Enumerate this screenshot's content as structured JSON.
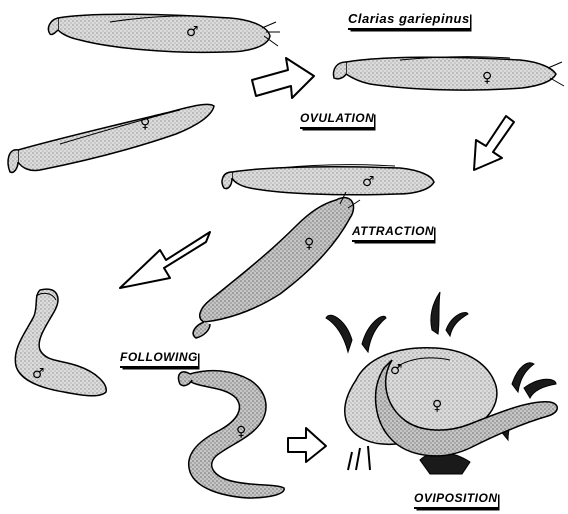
{
  "species_label": "Clarias gariepinus",
  "stages": {
    "ovulation": "OVULATION",
    "attraction": "ATTRACTION",
    "following": "FOLLOWING",
    "oviposition": "OVIPOSITION"
  },
  "symbols": {
    "male": "♂",
    "female": "♀"
  },
  "colors": {
    "ink": "#000000",
    "fish_fill": "#d0d0d0",
    "fish_fill_dark": "#b8b8b8",
    "background": "#ffffff"
  }
}
